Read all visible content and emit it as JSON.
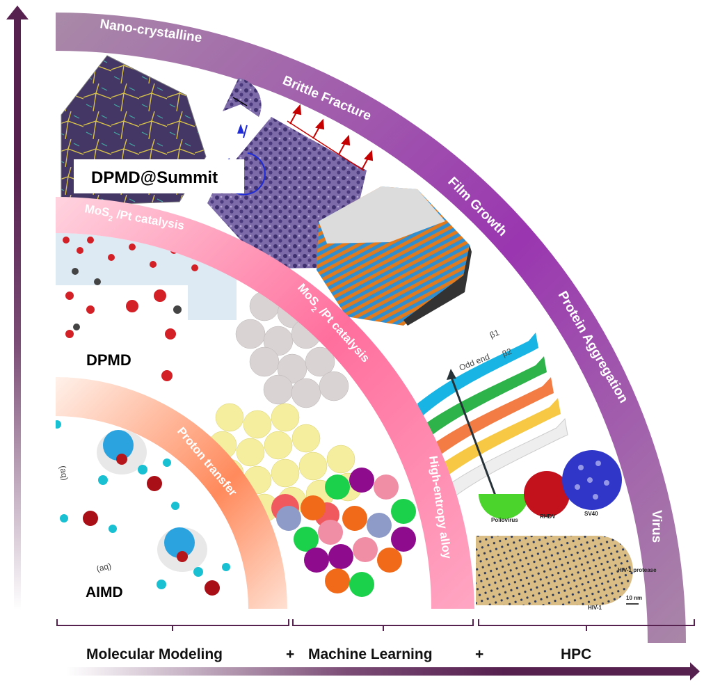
{
  "title": "Molecular Modeling + Machine Learning + HPC",
  "colors": {
    "outer_arc_start": "#a98aa8",
    "outer_arc_mid": "#9a36b0",
    "outer_arc_end": "#a987a8",
    "pink_arc_start": "#ffd3df",
    "pink_arc_mid": "#ff6f9d",
    "pink_arc_end": "#ffa6c3",
    "orange_arc_start": "#fff1ea",
    "orange_arc_mid": "#ff8a5c",
    "orange_arc_end": "#ffe0d2",
    "axis_arrow": "#56204f"
  },
  "outer_arc": {
    "tier": "DPMD@Summit",
    "labels": [
      "Nano-crystalline",
      "Brittle Fracture",
      "Film Growth",
      "Protein Aggregation",
      "Virus"
    ]
  },
  "middle_arc": {
    "tier": "DPMD",
    "labels": [
      "MoS",
      "2",
      " /Pt catalysis",
      "MoS",
      "2",
      " /Pt catalysis",
      "High-entropy alloy"
    ]
  },
  "inner_arc": {
    "tier": "AIMD",
    "labels": [
      "Proton transfer"
    ]
  },
  "figure_annotations": {
    "odd_end": "Odd end",
    "beta1": "β1",
    "beta2": "β2",
    "viruses": [
      "Poliovirus",
      "RHDV",
      "SV40"
    ],
    "hiv": "HIV-1",
    "hiv_protease": "HIV-1 protease",
    "scale": "10 nm",
    "aq1": "(aq)",
    "aq2": "(aq)"
  },
  "x_axis": {
    "segments": [
      "Molecular Modeling",
      "Machine Learning",
      "HPC"
    ],
    "plus": "+"
  },
  "icons": {
    "vertical_arrow": "arrow-up-icon",
    "horizontal_arrow": "arrow-right-icon"
  }
}
